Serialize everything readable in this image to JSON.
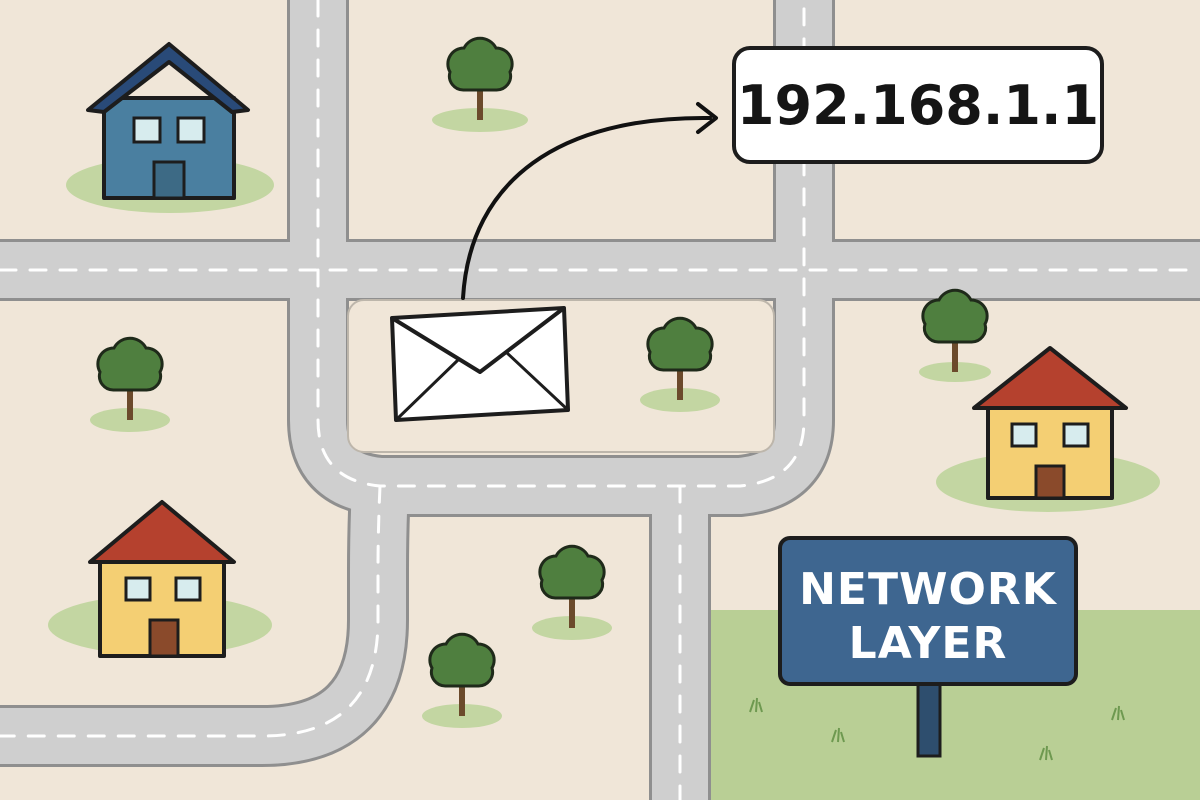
{
  "address_label": {
    "text": "192.168.1.1"
  },
  "sign": {
    "line1": "NETWORK",
    "line2": "LAYER"
  },
  "icons": [
    "house-icon",
    "envelope-icon",
    "tree-icon",
    "arrow-icon",
    "signpost-icon"
  ],
  "colors": {
    "ground": "#f0e6d8",
    "road": "#cfcfcf",
    "grass": "#b9cf95",
    "blue_house": "#4a7fa0",
    "yellow_house": "#f4cf73",
    "red_roof": "#b5412e",
    "sign_blue": "#3e6690"
  }
}
